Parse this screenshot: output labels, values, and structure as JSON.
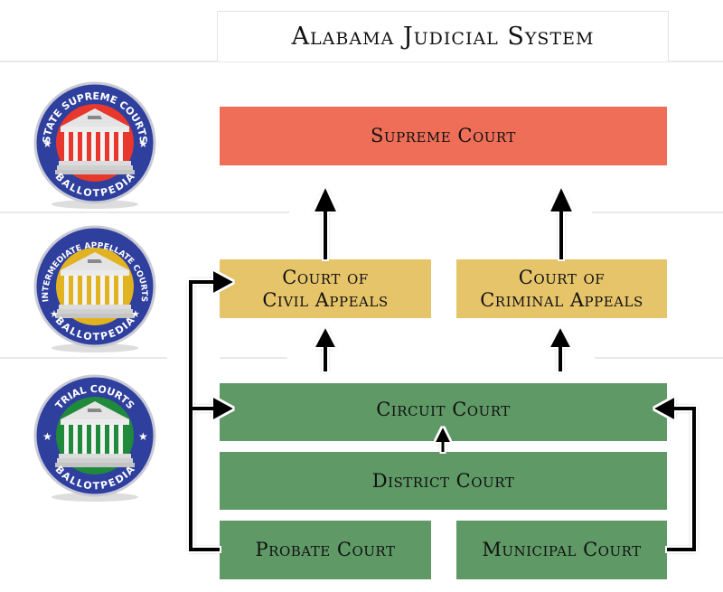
{
  "title": "Alabama Judicial System",
  "badges": [
    {
      "top_text": "State Supreme Courts",
      "bottom_text": "Ballotpedia",
      "tier": "supreme",
      "color": "#e8372d"
    },
    {
      "top_text": "Intermediate Appellate Courts",
      "bottom_text": "Ballotpedia",
      "tier": "appellate",
      "color": "#e2b320"
    },
    {
      "top_text": "Trial Courts",
      "bottom_text": "Ballotpedia",
      "tier": "trial",
      "color": "#1f8a3c"
    }
  ],
  "courts": {
    "supreme": {
      "label": "Supreme Court",
      "color": "#ef6e58"
    },
    "civil_appeals": {
      "line1": "Court of",
      "line2": "Civil Appeals",
      "color": "#e6c46a"
    },
    "criminal_appeals": {
      "line1": "Court of",
      "line2": "Criminal Appeals",
      "color": "#e6c46a"
    },
    "circuit": {
      "label": "Circuit Court",
      "color": "#5f9966"
    },
    "district": {
      "label": "District Court",
      "color": "#5f9966"
    },
    "probate": {
      "label": "Probate Court",
      "color": "#5f9966"
    },
    "municipal": {
      "label": "Municipal Court",
      "color": "#5f9966"
    }
  },
  "connections": [
    {
      "from": "civil_appeals",
      "to": "supreme"
    },
    {
      "from": "criminal_appeals",
      "to": "supreme"
    },
    {
      "from": "circuit",
      "to": "civil_appeals"
    },
    {
      "from": "circuit",
      "to": "criminal_appeals"
    },
    {
      "from": "district",
      "to": "circuit"
    },
    {
      "from": "probate",
      "to": "circuit"
    },
    {
      "from": "probate",
      "to": "civil_appeals"
    },
    {
      "from": "municipal",
      "to": "circuit"
    }
  ],
  "badge_ring_color": "#2e3f9e"
}
